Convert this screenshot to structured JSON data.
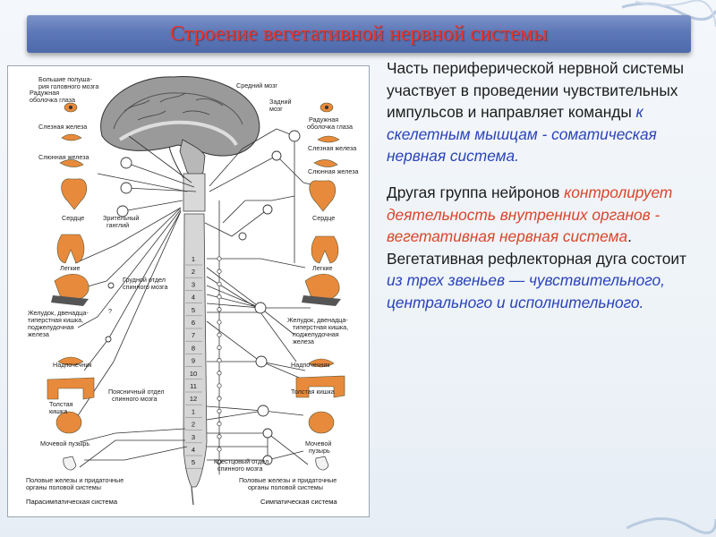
{
  "slide": {
    "title": "Строение вегетативной нервной системы"
  },
  "text": {
    "p1_a": "Часть периферической нервной системы участвует в проведении чувствительных импульсов и направляет команды ",
    "p1_b": "к скелетным мышцам - соматическая нервная система.",
    "p2_a": "Другая группа нейронов ",
    "p2_b": "контролирует деятельность внутренних органов - вегетативная нервная система",
    "p2_c": ". Вегетативная рефлекторная дуга состоит ",
    "p2_d": "из трех звеньев — чувствительного, центрального и исполнительного."
  },
  "figure": {
    "left_labels": {
      "hemispheres": [
        "Большие полуша-",
        "рия головного мозга"
      ],
      "iris": [
        "Радужная",
        "оболочка глаза"
      ],
      "lacrimal": "Слезная железа",
      "salivary": "Слюнная железа",
      "heart": "Сердце",
      "ganglion": [
        "Зрительный",
        "ганглий"
      ],
      "lungs": "Легкие",
      "stomach": [
        "Желудок, двенадца-",
        "типерстная кишка,",
        "поджелудочная",
        "железа"
      ],
      "adrenal": "Надпочечник",
      "colon": [
        "Толстая",
        "кишка"
      ],
      "bladder": [
        "Мочевой пузырь"
      ],
      "gonads": [
        "Половые железы и придаточные",
        "органы половой системы"
      ],
      "system": "Парасимпатическая система",
      "question": "?"
    },
    "center_labels": {
      "midbrain": "Средний мозг",
      "hindbrain": [
        "Задний",
        "мозг"
      ],
      "thoracic": [
        "Грудной отдел",
        "спинного мозга"
      ],
      "lumbar": [
        "Поясничный отдел",
        "спинного мозга"
      ],
      "sacral": [
        "Крестцовый отдел",
        "спинного мозга"
      ]
    },
    "right_labels": {
      "iris": [
        "Радужная",
        "оболочка глаза"
      ],
      "lacrimal": "Слезная железа",
      "salivary": "Слюнная железа",
      "heart": "Сердце",
      "lungs": "Легкие",
      "stomach": [
        "Желудок, двенадца-",
        "типерстная кишка,",
        "поджелудочная",
        "железа"
      ],
      "adrenal": "Надпочечник",
      "colon": "Толстая кишка",
      "bladder": [
        "Мочевой",
        "пузырь"
      ],
      "gonads": [
        "Половые железы и придаточные",
        "органы половой системы"
      ],
      "system": "Симпатическая система"
    },
    "segments": [
      "1",
      "2",
      "3",
      "4",
      "5",
      "6",
      "7",
      "8",
      "9",
      "10",
      "11",
      "12",
      "1",
      "2",
      "3",
      "4",
      "5"
    ]
  },
  "colors": {
    "title_text": "#e8352b",
    "title_bar": "#5d78b8",
    "highlight_blue": "#2a43b8",
    "highlight_red": "#d9452a",
    "organ_orange": "#e88a3c"
  }
}
